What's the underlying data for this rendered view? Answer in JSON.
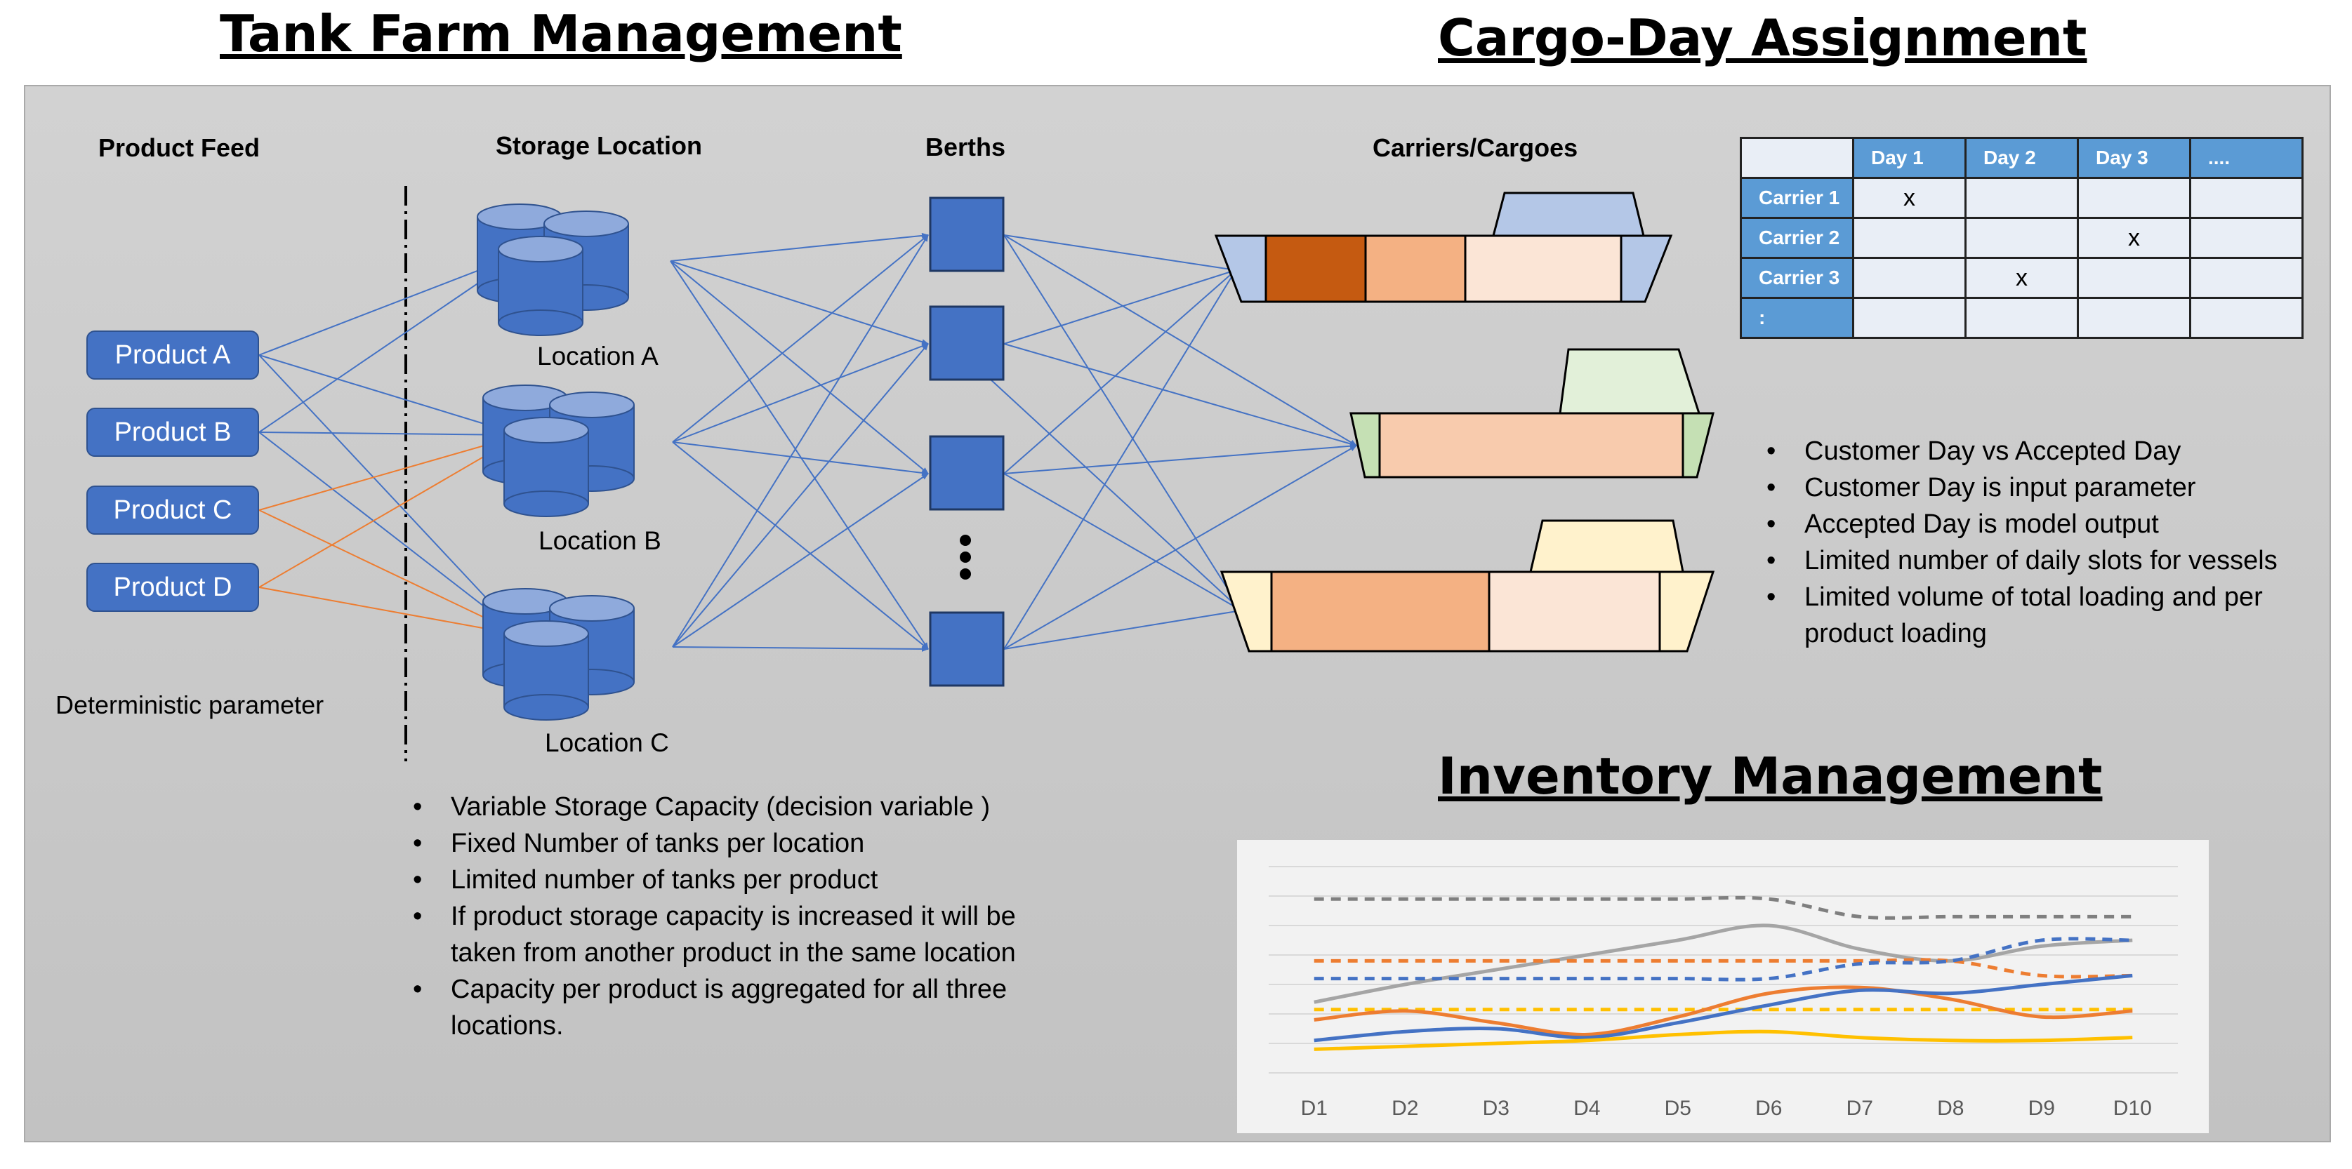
{
  "titles": {
    "tank_farm": "Tank Farm Management",
    "cargo_day": "Cargo-Day Assignment",
    "inventory": "Inventory Management"
  },
  "columns": {
    "product_feed": "Product Feed",
    "storage_location": "Storage Location",
    "berths": "Berths",
    "carriers": "Carriers/Cargoes"
  },
  "products": [
    "Product A",
    "Product B",
    "Product C",
    "Product D"
  ],
  "product_note": "Deterministic parameter",
  "locations": [
    "Location A",
    "Location B",
    "Location C"
  ],
  "tank_bullets": [
    "Variable Storage Capacity (decision variable )",
    "Fixed Number of tanks per location",
    "Limited number of tanks per product",
    "If product storage capacity is increased it will be taken from another product in the same location",
    "Capacity per product is aggregated for all three locations."
  ],
  "cargo_table": {
    "headers": [
      "",
      "Day 1",
      "Day 2",
      "Day 3",
      "...."
    ],
    "rows": [
      [
        "Carrier 1",
        "x",
        "",
        "",
        ""
      ],
      [
        "Carrier 2",
        "",
        "",
        "x",
        ""
      ],
      [
        "Carrier 3",
        "",
        "x",
        "",
        ""
      ],
      [
        ":",
        "",
        "",
        "",
        ""
      ]
    ]
  },
  "cargo_bullets": [
    "Customer Day vs Accepted Day",
    "Customer Day is input parameter",
    "Accepted Day is model output",
    "Limited number of daily slots for vessels",
    "Limited volume of total loading and per product loading"
  ],
  "colors": {
    "blue": "#4472c4",
    "orange": "#ed7d31",
    "gray": "#a5a5a5",
    "yellow": "#ffc000",
    "header_blue": "#5b9bd5"
  },
  "chart_data": {
    "type": "line",
    "title": "",
    "xlabel": "",
    "ylabel": "",
    "categories": [
      "D1",
      "D2",
      "D3",
      "D4",
      "D5",
      "D6",
      "D7",
      "D8",
      "D9",
      "D10"
    ],
    "ylim": [
      0,
      140
    ],
    "grid": true,
    "series": [
      {
        "color": "#7f7f7f",
        "dashed": true,
        "values": [
          118,
          118,
          118,
          118,
          118,
          118,
          106,
          106,
          106,
          106
        ]
      },
      {
        "color": "#a5a5a5",
        "dashed": false,
        "values": [
          48,
          60,
          70,
          80,
          90,
          100,
          84,
          76,
          86,
          90
        ]
      },
      {
        "color": "#ed7d31",
        "dashed": true,
        "values": [
          76,
          76,
          76,
          76,
          76,
          76,
          76,
          76,
          66,
          66
        ]
      },
      {
        "color": "#4472c4",
        "dashed": true,
        "values": [
          64,
          64,
          64,
          64,
          64,
          64,
          74,
          76,
          90,
          90
        ]
      },
      {
        "color": "#ffc000",
        "dashed": true,
        "values": [
          43,
          43,
          43,
          43,
          43,
          43,
          43,
          43,
          43,
          43
        ]
      },
      {
        "color": "#ed7d31",
        "dashed": false,
        "values": [
          36,
          42,
          34,
          26,
          38,
          54,
          58,
          50,
          38,
          42
        ]
      },
      {
        "color": "#4472c4",
        "dashed": false,
        "values": [
          22,
          28,
          30,
          24,
          34,
          46,
          56,
          54,
          60,
          66
        ]
      },
      {
        "color": "#ffc000",
        "dashed": false,
        "values": [
          16,
          18,
          20,
          22,
          26,
          28,
          24,
          22,
          22,
          24
        ]
      }
    ]
  }
}
